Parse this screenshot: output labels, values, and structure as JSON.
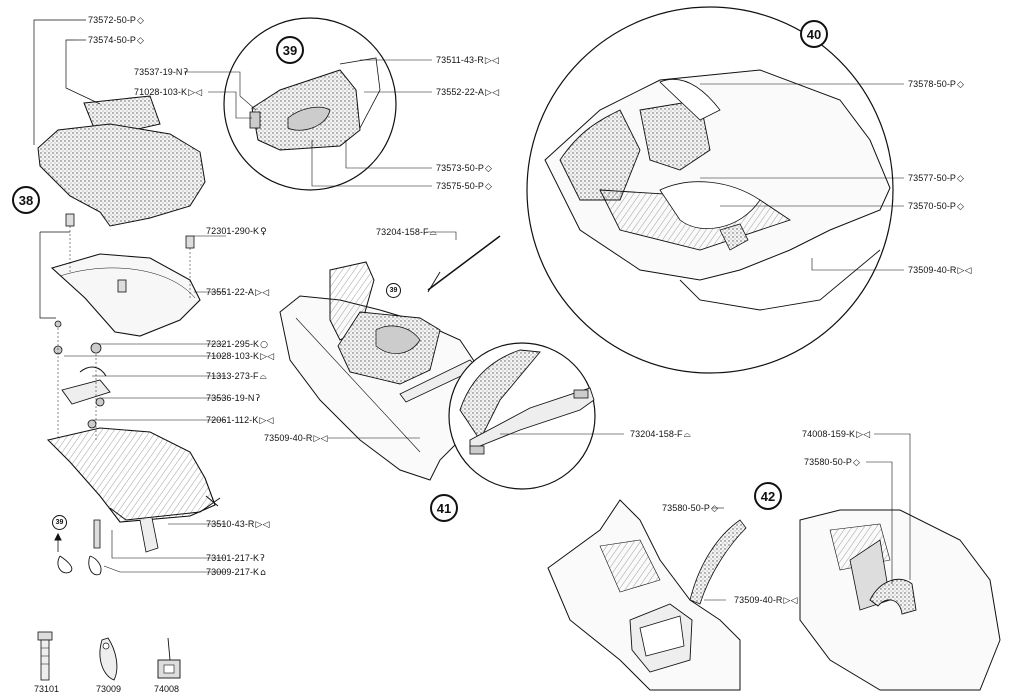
{
  "callouts": [
    {
      "code": "73572-50-P",
      "sym": "◇"
    },
    {
      "code": "73574-50-P",
      "sym": "◇"
    },
    {
      "code": "73537-19-N",
      "sym": "ʔ"
    },
    {
      "code": "71028-103-K",
      "sym": "▷◁"
    },
    {
      "code": "73511-43-R",
      "sym": "▷◁"
    },
    {
      "code": "73552-22-A",
      "sym": "▷◁"
    },
    {
      "code": "73573-50-P",
      "sym": "◇"
    },
    {
      "code": "73575-50-P",
      "sym": "◇"
    },
    {
      "code": "73578-50-P",
      "sym": "◇"
    },
    {
      "code": "73577-50-P",
      "sym": "◇"
    },
    {
      "code": "73570-50-P",
      "sym": "◇"
    },
    {
      "code": "73509-40-R",
      "sym": "▷◁"
    },
    {
      "code": "72301-290-K",
      "sym": "♀"
    },
    {
      "code": "73551-22-A",
      "sym": "▷◁"
    },
    {
      "code": "72321-295-K",
      "sym": "○"
    },
    {
      "code": "71028-103-K",
      "sym": "▷◁"
    },
    {
      "code": "71313-273-F",
      "sym": "⌓"
    },
    {
      "code": "73536-19-N",
      "sym": "ʔ"
    },
    {
      "code": "72061-112-K",
      "sym": "▷◁"
    },
    {
      "code": "73509-40-R",
      "sym": "▷◁"
    },
    {
      "code": "73204-158-F",
      "sym": "⌓"
    },
    {
      "code": "73204-158-F",
      "sym": "⌓"
    },
    {
      "code": "73510-43-R",
      "sym": "▷◁"
    },
    {
      "code": "73101-217-K",
      "sym": "ʔ"
    },
    {
      "code": "73009-217-K",
      "sym": "⌂"
    },
    {
      "code": "74008-159-K",
      "sym": "▷◁"
    },
    {
      "code": "73580-50-P",
      "sym": "◇"
    },
    {
      "code": "73580-50-P",
      "sym": "◇"
    },
    {
      "code": "73509-40-R",
      "sym": "▷◁"
    }
  ],
  "badges": [
    "38",
    "39",
    "40",
    "41",
    "42",
    "39",
    "39"
  ],
  "captions": [
    "73101",
    "73009",
    "74008"
  ]
}
